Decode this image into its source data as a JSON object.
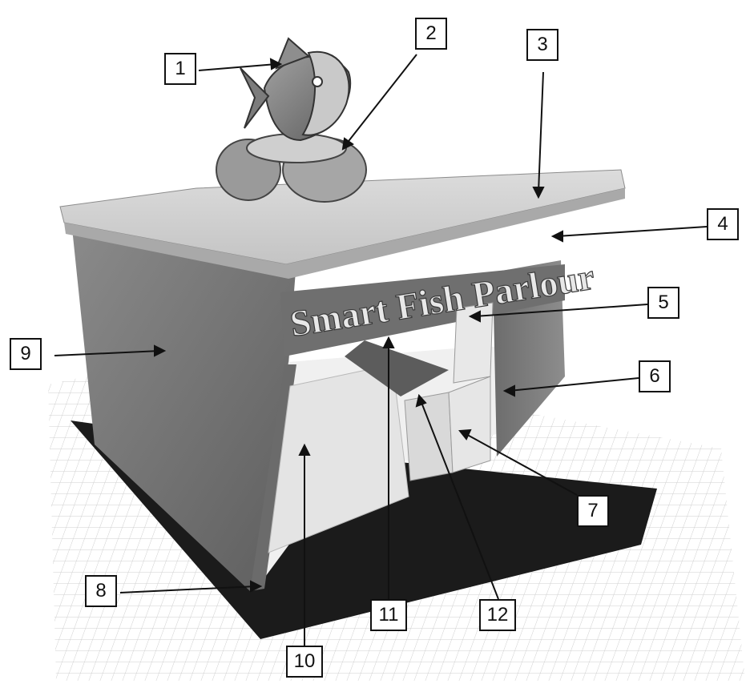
{
  "model": {
    "sign_text": "Smart Fish Parlour"
  },
  "callouts": [
    {
      "num": "1"
    },
    {
      "num": "2"
    },
    {
      "num": "3"
    },
    {
      "num": "4"
    },
    {
      "num": "5"
    },
    {
      "num": "6"
    },
    {
      "num": "7"
    },
    {
      "num": "8"
    },
    {
      "num": "9"
    },
    {
      "num": "10"
    },
    {
      "num": "11"
    },
    {
      "num": "12"
    }
  ],
  "colors": {
    "wall": "#7b7b7b",
    "wall_dark": "#555555",
    "roof": "#d4d4d4",
    "base": "#1b1b1b",
    "grid": "#cfcfcf",
    "sign_text": "#e8e8e8",
    "opening": "#f1f1f1"
  }
}
